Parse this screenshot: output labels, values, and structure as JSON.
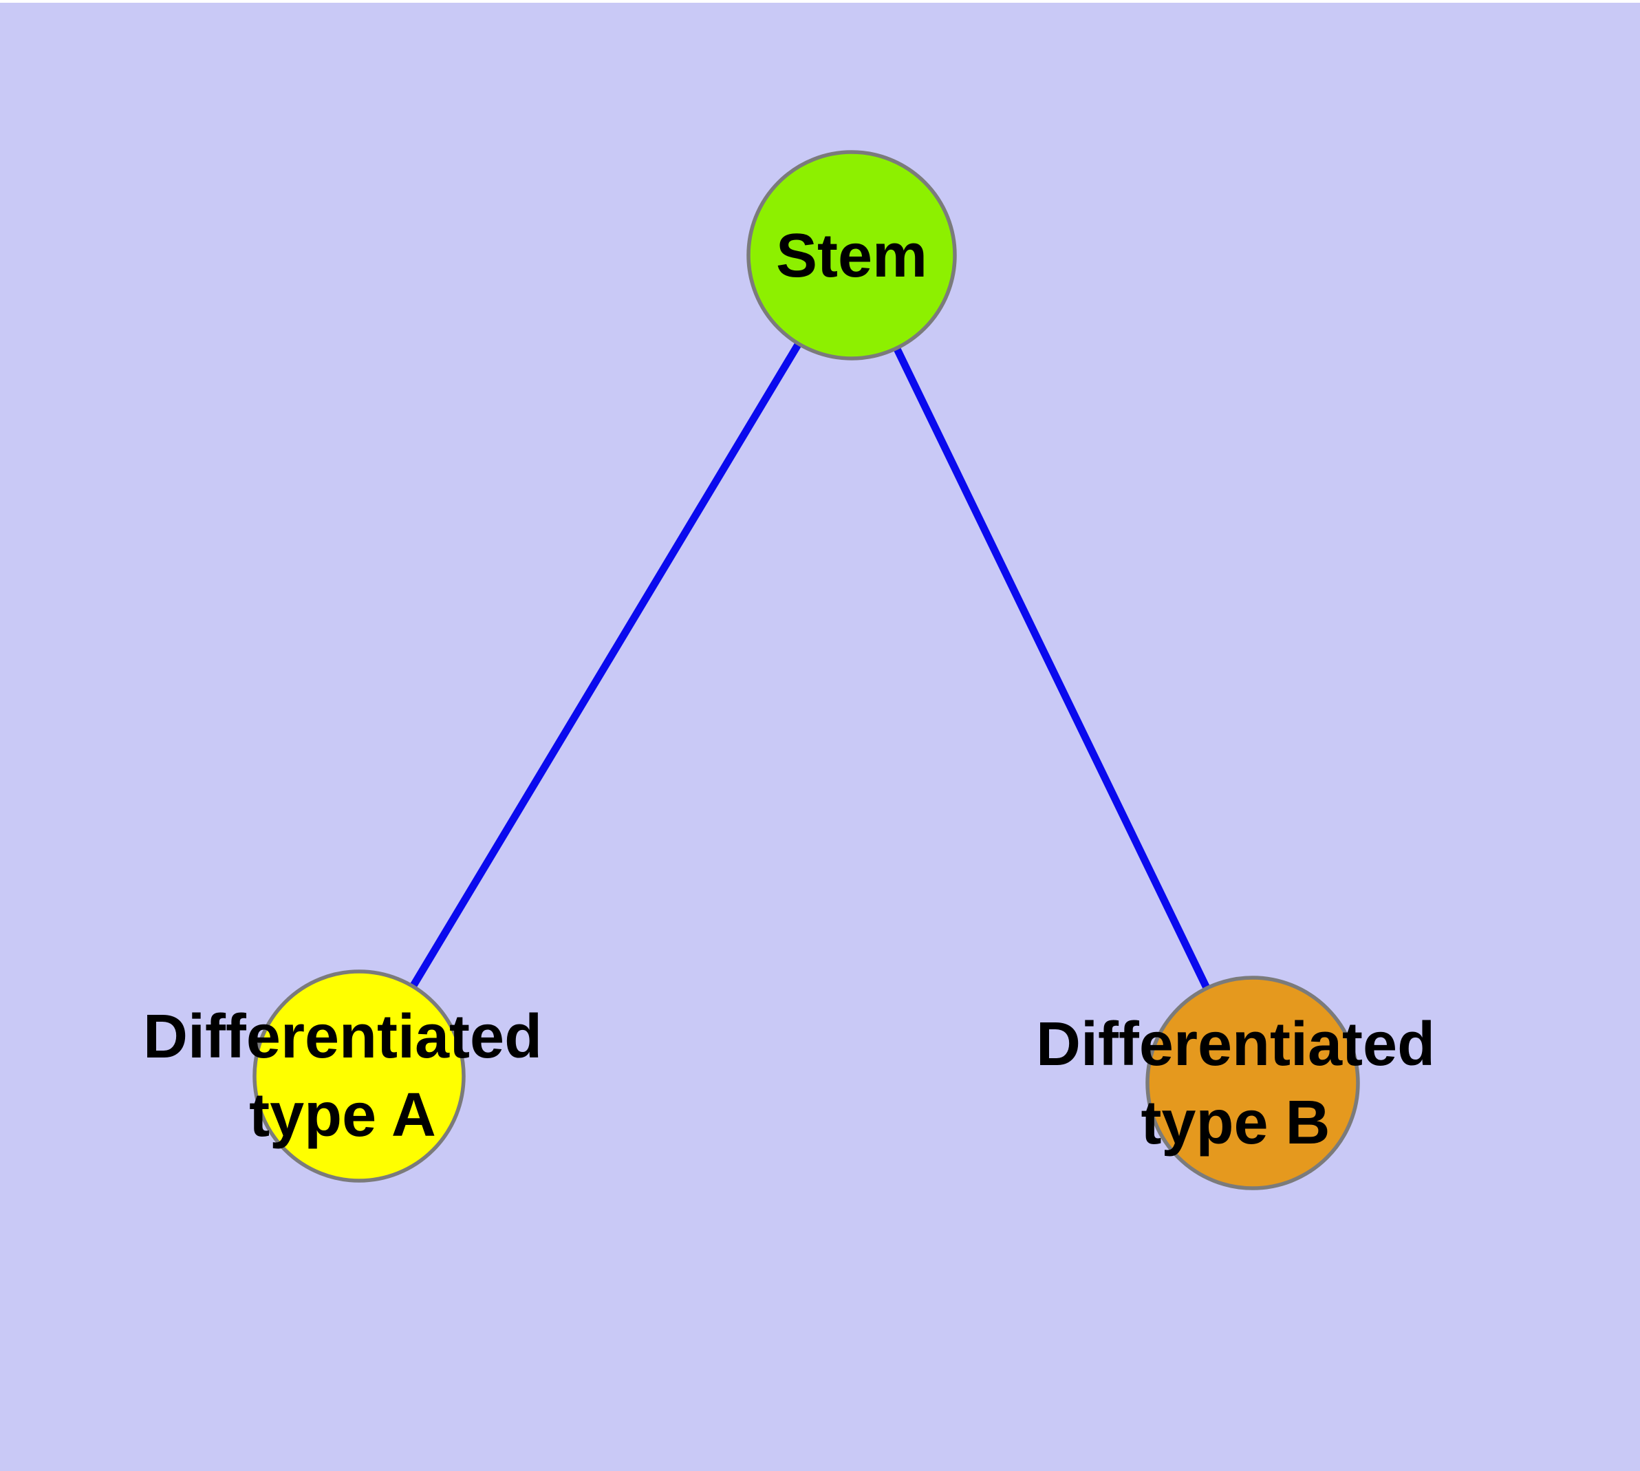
{
  "diagram": {
    "background_color": "#c9c9f6",
    "top_border_color": "#ffffff",
    "edge_color": "#0a0aee",
    "node_border_color": "#7b7b7b",
    "label_color": "#000000",
    "nodes": [
      {
        "id": "stem",
        "label": "Stem",
        "fill": "#8df000"
      },
      {
        "id": "type-a",
        "label": "Differentiated\ntype A",
        "fill": "#ffff00"
      },
      {
        "id": "type-b",
        "label": "Differentiated\ntype B",
        "fill": "#e5991e"
      }
    ],
    "edges": [
      {
        "from": "Stem",
        "to": "Differentiated type A"
      },
      {
        "from": "Stem",
        "to": "Differentiated type B"
      }
    ]
  }
}
